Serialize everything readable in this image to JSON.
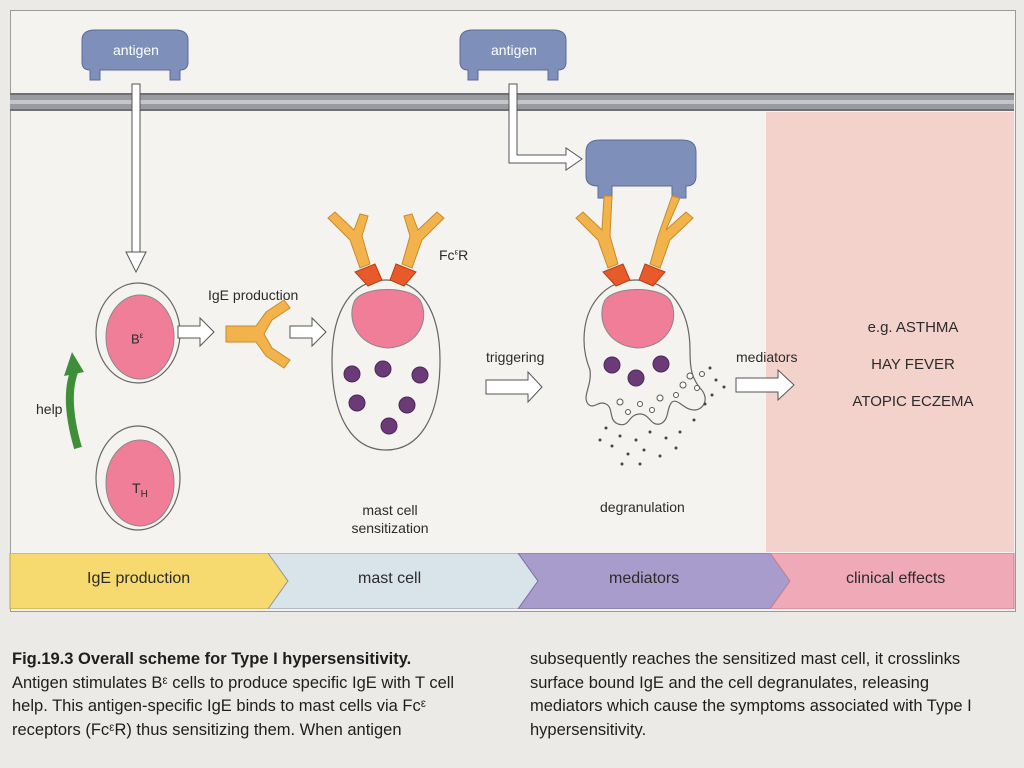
{
  "antigen_left": "antigen",
  "antigen_right": "antigen",
  "b_cell": "B",
  "b_cell_sup": "ε",
  "t_cell": "T",
  "t_cell_sub": "H",
  "help": "help",
  "ige_production_label": "IgE production",
  "fc_receptor": "Fc",
  "fc_receptor_sup": "ε",
  "fc_receptor_tail": "R",
  "mast_cell_sensitization_1": "mast cell",
  "mast_cell_sensitization_2": "sensitization",
  "triggering": "triggering",
  "degranulation": "degranulation",
  "mediators": "mediators",
  "clinical": [
    "e.g. ASTHMA",
    "HAY FEVER",
    "ATOPIC ECZEMA"
  ],
  "stages": [
    "IgE production",
    "mast cell",
    "mediators",
    "clinical effects"
  ],
  "colors": {
    "antigen": "#7e8fba",
    "ige": "#f2b24c",
    "receptor": "#e85a2a",
    "nucleus": "#f07e98",
    "granule": "#6b3b78",
    "help_arrow": "#3f8f3a",
    "stage_ige": "#f6da6f",
    "stage_mast": "#d9e3ea",
    "stage_mediators": "#a79ccb",
    "stage_clinical": "#f0a9b6"
  },
  "caption": {
    "fig_label": "Fig.19.3",
    "title": "Overall scheme for Type I hypersensitivity.",
    "left_lines": [
      "Antigen stimulates Bᵋ cells to produce specific IgE with T cell",
      "help. This antigen-specific IgE binds to mast cells via Fcᵋ",
      "receptors (FcᵋR) thus sensitizing them. When antigen"
    ],
    "right_lines": [
      "subsequently reaches the sensitized mast cell, it crosslinks",
      "surface bound IgE and the cell degranulates, releasing",
      "mediators which cause the symptoms associated with Type I",
      "hypersensitivity."
    ]
  }
}
